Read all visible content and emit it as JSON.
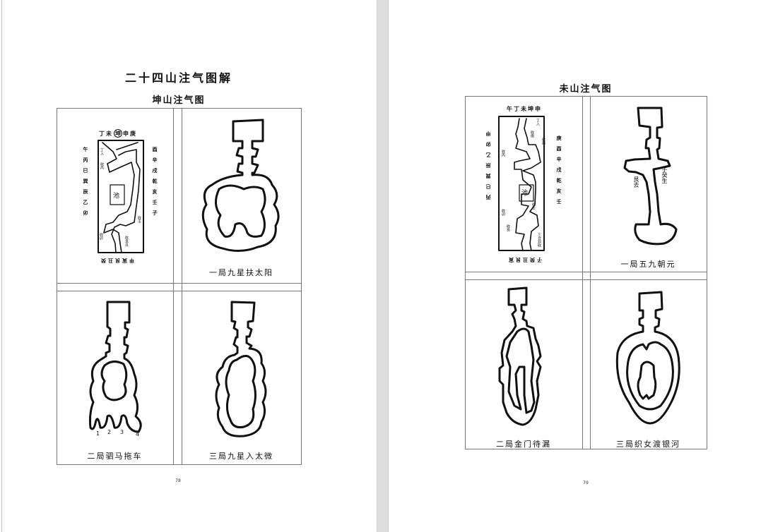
{
  "pages": [
    {
      "title": "二十四山注气图解",
      "subtitle": "坤山注气图",
      "compass": {
        "top_before": "丁未",
        "top_circled": "坤",
        "top_after": "申庚",
        "left": "午丙巳巽辰乙卯",
        "right": "酉辛戌乾亥壬子",
        "bottom": "甲寅艮丑癸",
        "labels": {
          "in": "丁入",
          "a": "收丙",
          "pool": "池",
          "b": "收壬",
          "c": "收卯",
          "d": "收艮丑"
        }
      },
      "figures": [
        {
          "caption": "一局九星扶太阳"
        },
        {
          "caption": "二局驷马拖车",
          "numbers": [
            "1",
            "2",
            "3",
            "4"
          ]
        },
        {
          "caption": "三局九星入太微"
        }
      ],
      "page_number": "78"
    },
    {
      "title": "未山注气图",
      "compass": {
        "top": "午丁未坤申",
        "left": "丙巳巽辰乙卯甲",
        "right": "庚酉辛戌乾亥壬",
        "bottom": "子癸丑艮寅",
        "labels": {
          "in": "丁入",
          "a": "收庚",
          "b": "收酉",
          "c": "收丙",
          "pool": "池",
          "d": "收壬",
          "e": "收卯",
          "f": "收艮",
          "g": "三合双收"
        }
      },
      "figures": [
        {
          "caption": "一局五九朝元",
          "label_left": "艮去",
          "label_right": "子癸生"
        },
        {
          "caption": "二局金门待漏"
        },
        {
          "caption": "三局织女渡银河"
        }
      ],
      "page_number": "79"
    }
  ]
}
